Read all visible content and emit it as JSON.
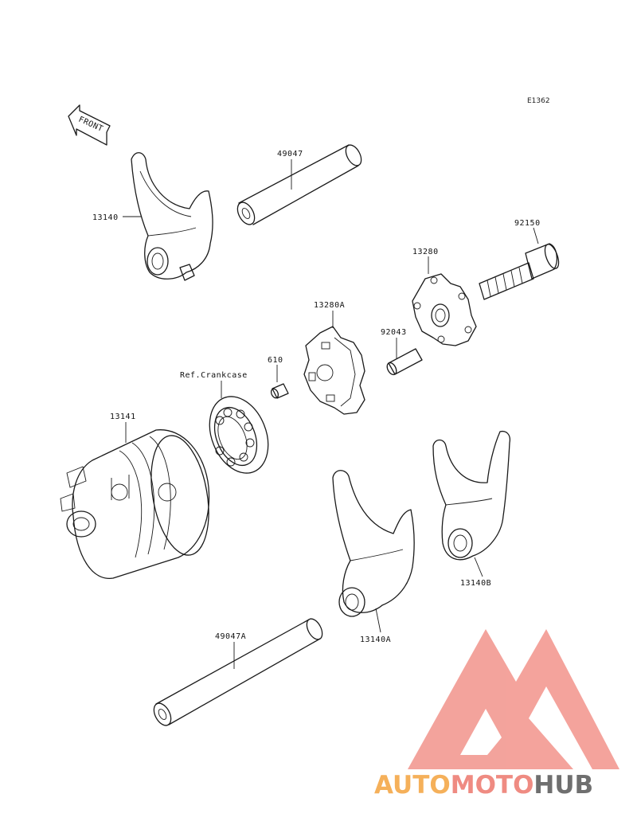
{
  "diagram_code": "E1362",
  "front_marker": "FRONT",
  "labels": {
    "p49047": "49047",
    "p13140": "13140",
    "p92150": "92150",
    "p13280": "13280",
    "p13280A": "13280A",
    "p92043": "92043",
    "p610": "610",
    "ref_crankcase": "Ref.Crankcase",
    "p13141": "13141",
    "p13140B": "13140B",
    "p13140A": "13140A",
    "p49047A": "49047A"
  },
  "watermark": {
    "part1": "AUTO",
    "part2": "MOTO",
    "part3": "HUB",
    "colors": {
      "auto": "#f5b05a",
      "moto": "#ef8b82",
      "hub": "#6f6f6f",
      "logo": "#f2938b"
    }
  }
}
